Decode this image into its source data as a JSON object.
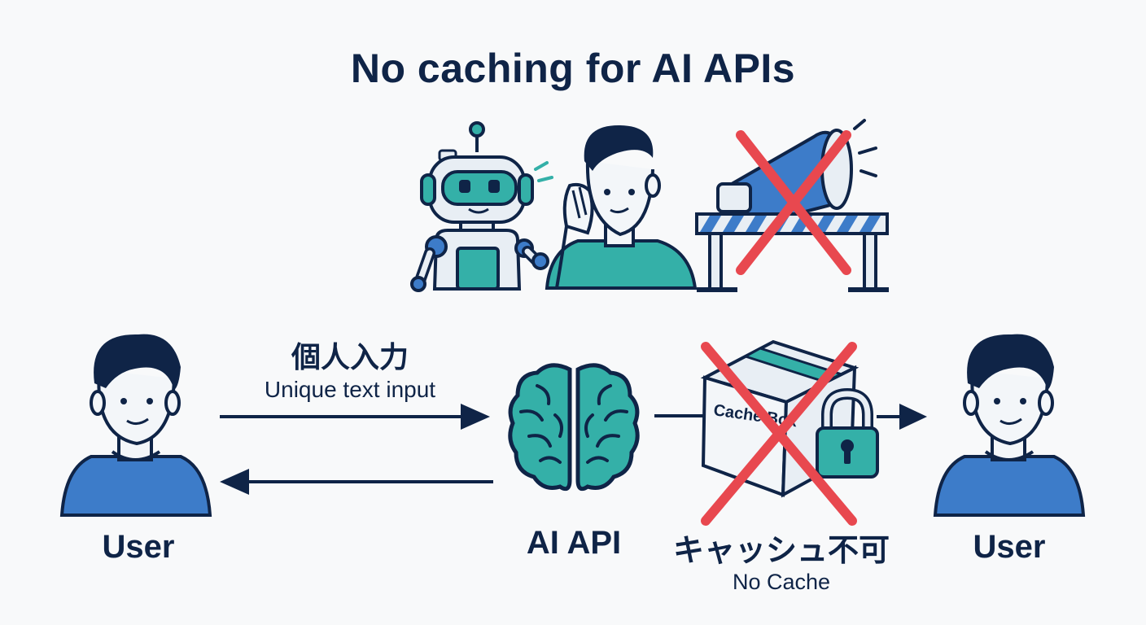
{
  "diagram": {
    "title": "No caching for AI APIs",
    "input_label_jp": "個人入力",
    "input_label_en": "Unique text input",
    "user_left_label": "User",
    "ai_api_label": "AI API",
    "no_cache_label_jp": "キャッシュ不可",
    "no_cache_label_en": "No Cache",
    "user_right_label": "User",
    "cache_box_label": "Cache Box"
  },
  "colors": {
    "navy": "#0f2447",
    "teal": "#34b0a8",
    "blue": "#3d7cc9",
    "red": "#e8484f",
    "background": "#f8f9fa"
  },
  "icons": [
    "robot-icon",
    "listening-person-icon",
    "megaphone-icon",
    "barrier-icon",
    "user-icon",
    "brain-icon",
    "cache-box-icon",
    "padlock-icon",
    "cross-mark-icon",
    "arrow-icon"
  ]
}
